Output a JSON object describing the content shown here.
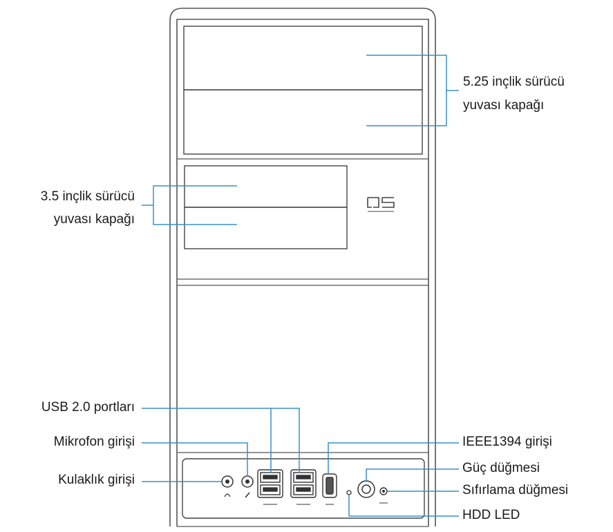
{
  "labels": {
    "bay525_line1": "5.25 inçlik sürücü",
    "bay525_line2": "yuvası kapağı",
    "bay35_line1": "3.5 inçlik sürücü",
    "bay35_line2": "yuvası kapağı",
    "usb_ports": "USB 2.0 portları",
    "mic_input": "Mikrofon girişi",
    "headphone_input": "Kulaklık girişi",
    "ieee1394_input": "IEEE1394 girişi",
    "power_button": "Güç düğmesi",
    "reset_button": "Sıfırlama düğmesi",
    "hdd_led": "HDD LED"
  },
  "colors": {
    "leader_line": "#3a8fc7",
    "case_outline": "#555555",
    "text": "#1a1a1a"
  },
  "icons": [
    "headphone-icon",
    "microphone-icon",
    "usb-icon",
    "firewire-icon",
    "power-icon",
    "reset-icon",
    "led-icon",
    "brand-logo"
  ]
}
